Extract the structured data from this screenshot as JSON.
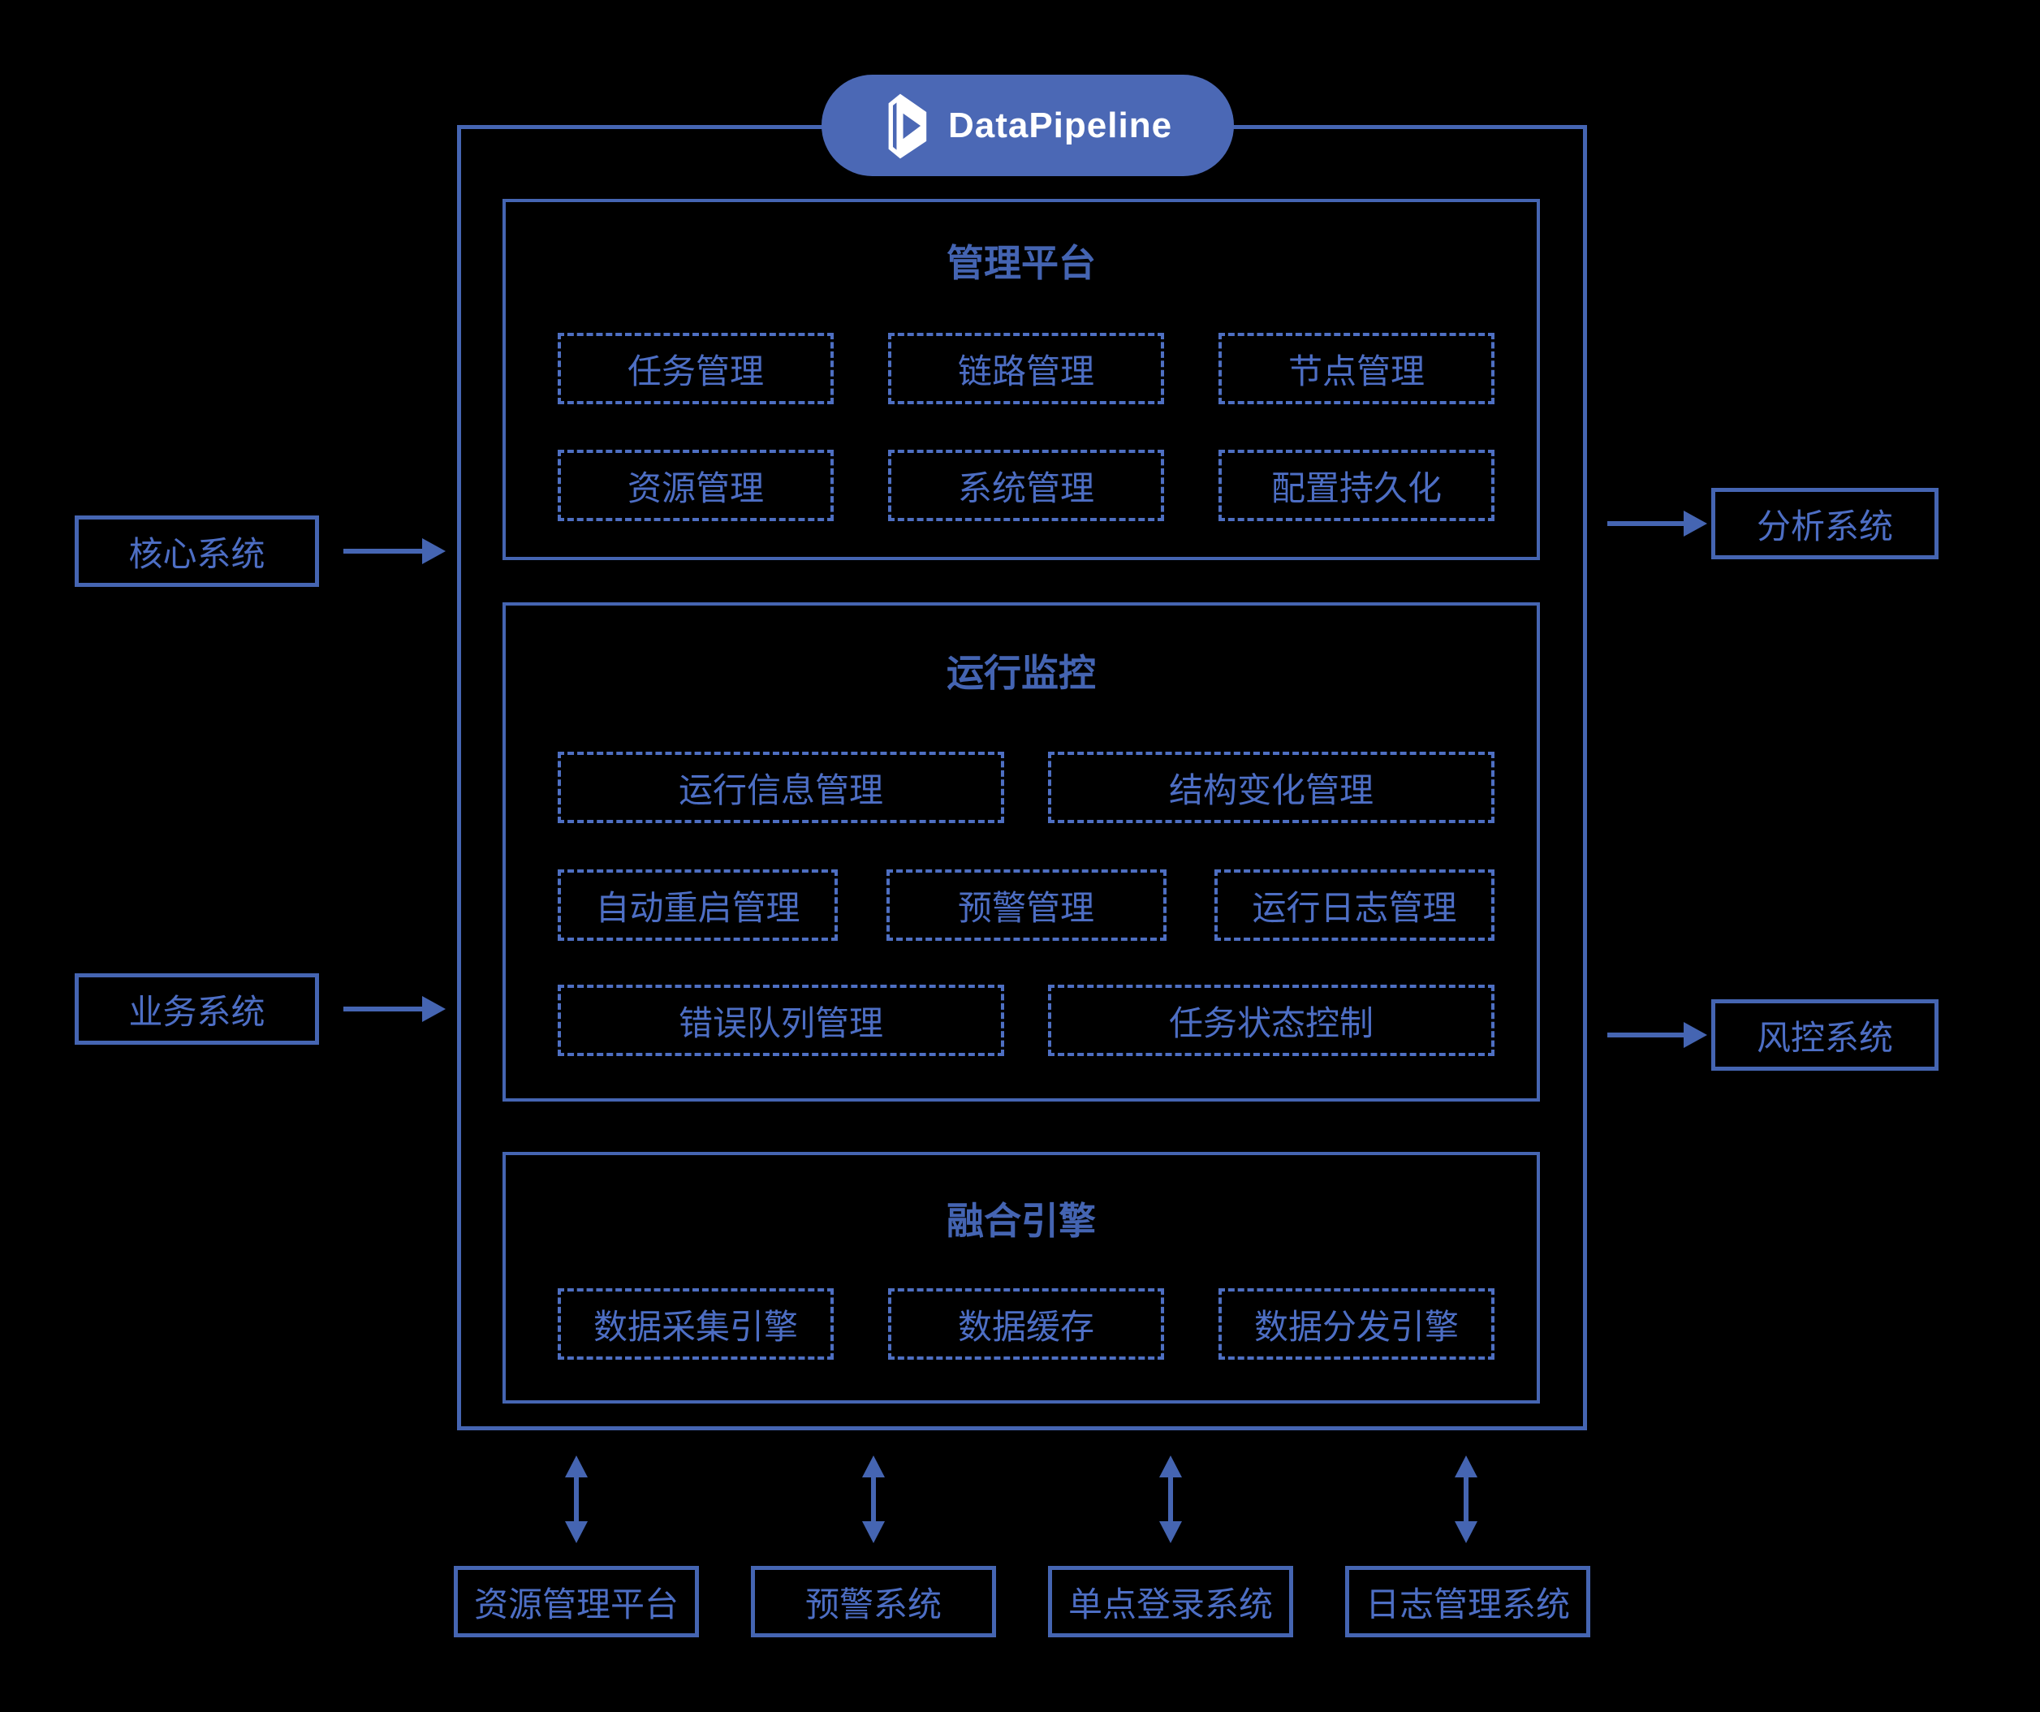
{
  "brand": {
    "name": "DataPipeline",
    "icon": "datapipeline-prism-logo"
  },
  "sections": [
    {
      "title": "管理平台",
      "rows": [
        [
          "任务管理",
          "链路管理",
          "节点管理"
        ],
        [
          "资源管理",
          "系统管理",
          "配置持久化"
        ]
      ]
    },
    {
      "title": "运行监控",
      "rows": [
        [
          "运行信息管理",
          "结构变化管理"
        ],
        [
          "自动重启管理",
          "预警管理",
          "运行日志管理"
        ],
        [
          "错误队列管理",
          "任务状态控制"
        ]
      ]
    },
    {
      "title": "融合引擎",
      "rows": [
        [
          "数据采集引擎",
          "数据缓存",
          "数据分发引擎"
        ]
      ]
    }
  ],
  "external_systems": {
    "left": [
      "核心系统",
      "业务系统"
    ],
    "right": [
      "分析系统",
      "风控系统"
    ],
    "bottom": [
      "资源管理平台",
      "预警系统",
      "单点登录系统",
      "日志管理系统"
    ]
  },
  "colors": {
    "canvas-bg": "#000000",
    "line": "#4565b2",
    "dash": "#4e6fc2",
    "box-text": "#4d6ec4",
    "title-text": "#4464b2",
    "pill-bg": "#4b68b5",
    "pill-text": "#ffffff"
  }
}
